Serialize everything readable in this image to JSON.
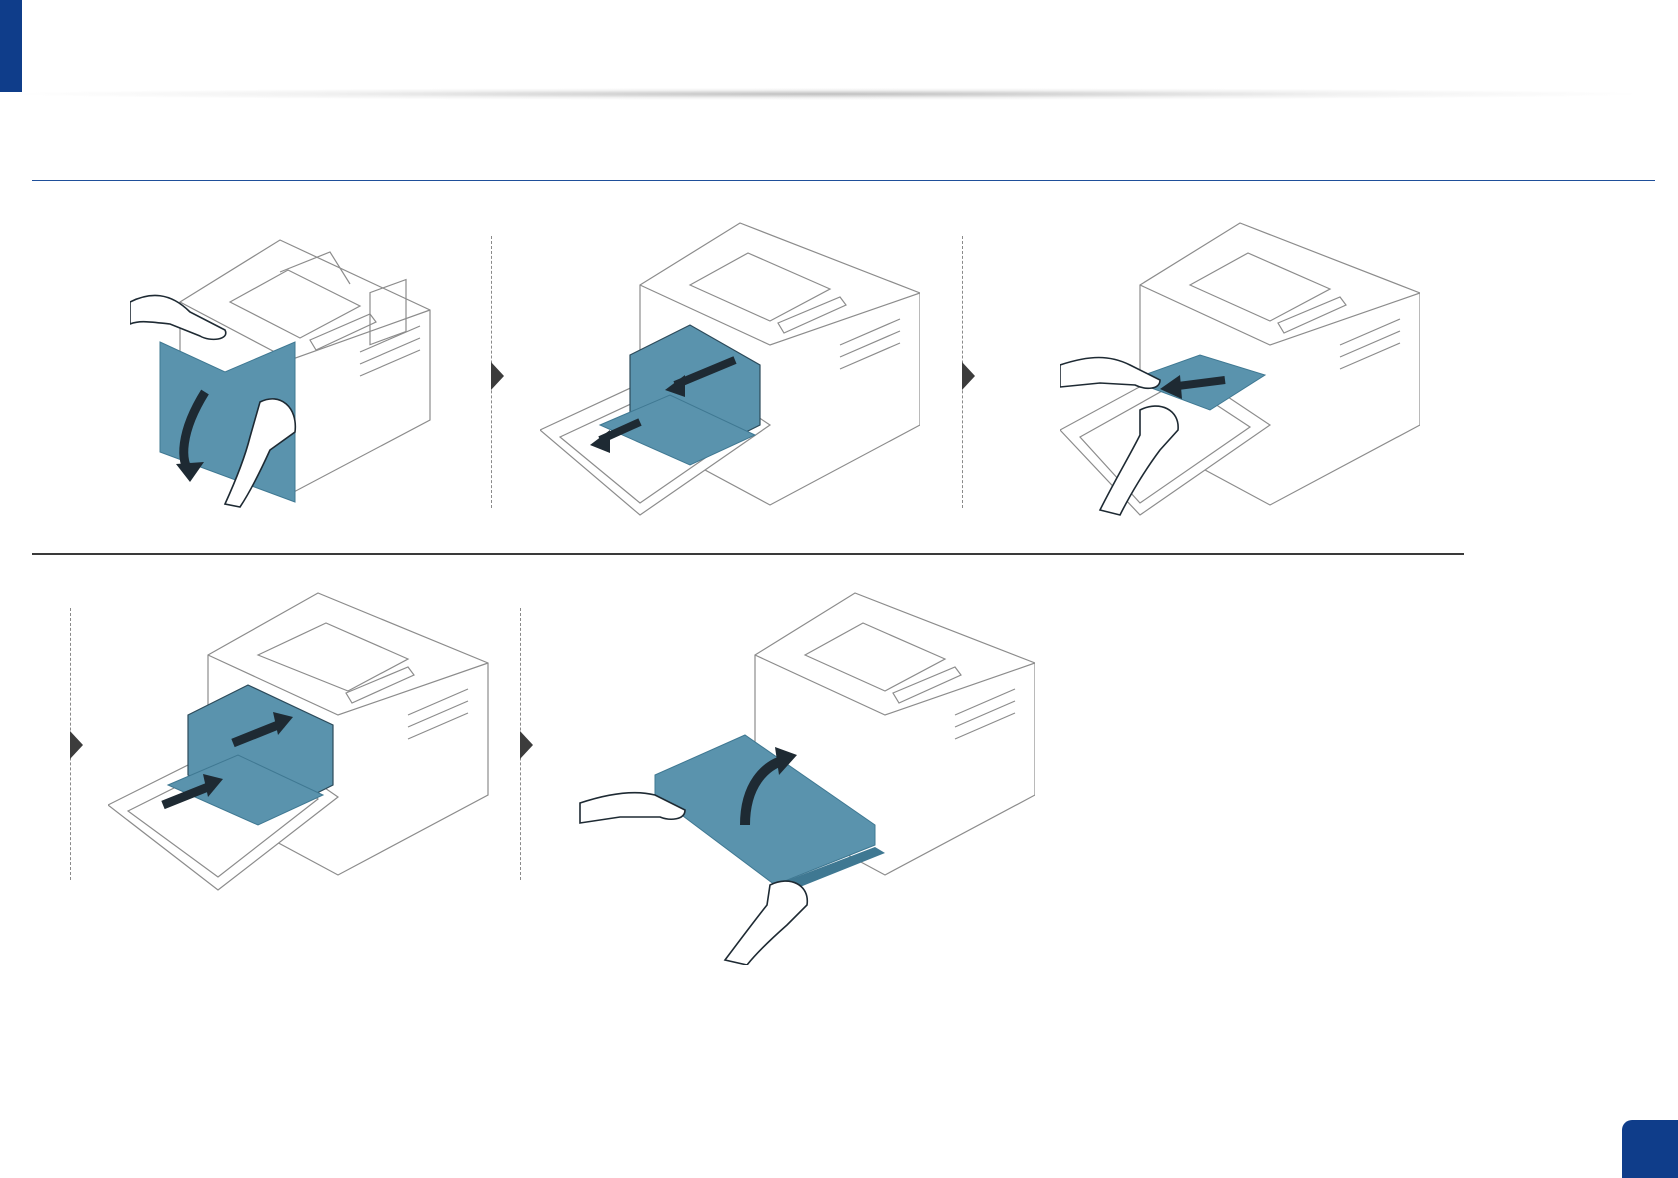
{
  "colors": {
    "accent": "#0f3d8a",
    "illustration_fill": "#5a93ad",
    "illustration_dark": "#3f7892"
  },
  "page": {
    "number": ""
  },
  "steps": [
    {
      "icon": "open-front-cover"
    },
    {
      "icon": "remove-toner-cartridge"
    },
    {
      "icon": "remove-jammed-paper"
    },
    {
      "icon": "reinsert-toner-cartridge"
    },
    {
      "icon": "close-front-cover"
    }
  ]
}
